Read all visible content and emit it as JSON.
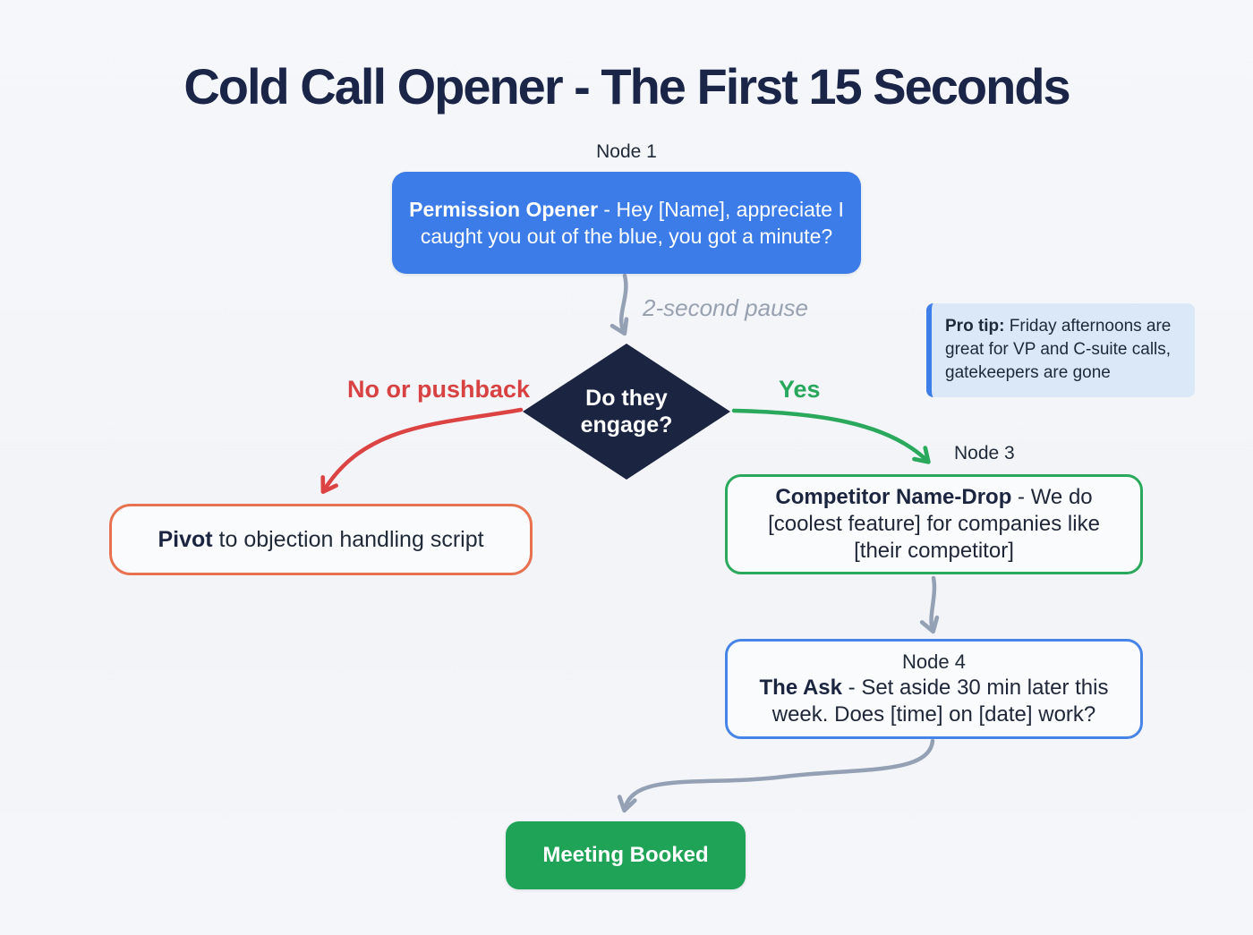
{
  "title": "Cold Call Opener - The First 15 Seconds",
  "node1": {
    "label": "Node 1",
    "bold": "Permission Opener",
    "rest": " - Hey [Name], appreciate I caught you out of the blue, you got a minute?"
  },
  "pause_label": "2-second pause",
  "decision": {
    "question": "Do they engage?"
  },
  "branches": {
    "no": "No or pushback",
    "yes": "Yes"
  },
  "pivot": {
    "bold": "Pivot",
    "rest": " to objection handling script"
  },
  "node3": {
    "label": "Node 3",
    "bold": "Competitor Name-Drop",
    "rest": " - We do [coolest feature] for companies like [their competitor]"
  },
  "node4": {
    "label": "Node 4",
    "bold": "The Ask",
    "rest": " - Set aside 30 min later this week. Does [time] on [date] work?"
  },
  "meeting_label": "Meeting Booked",
  "protip": {
    "bold": "Pro tip:",
    "rest": " Friday afternoons are great for VP and C-suite calls, gatekeepers are gone"
  },
  "colors": {
    "background": "#f3f5f8",
    "title_text": "#1a2547",
    "node1_fill": "#3b7ce9",
    "decision_fill": "#1b2440",
    "no_label_red": "#d84242",
    "no_arrow_red": "#dc4343",
    "pivot_border": "#e8714f",
    "yes_green": "#27a85c",
    "node3_border": "#2aa85c",
    "node4_border": "#4684e8",
    "meeting_fill": "#1fa356",
    "protip_bg": "#dbe8f7",
    "protip_accent": "#3e7ee8",
    "arrow_gray": "#94a0b3"
  }
}
